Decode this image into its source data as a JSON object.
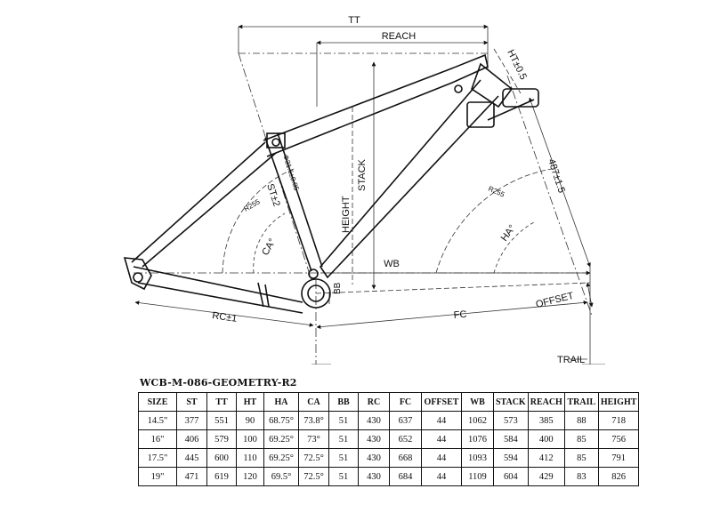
{
  "labels": {
    "tt": "TT",
    "reach": "REACH",
    "ht": "HT±0.5",
    "fork": "487±1.5",
    "r255_right": "R255",
    "ha": "HA°",
    "stack": "STACK",
    "height": "HEIGHT",
    "st": "ST±2",
    "seatpost": "Φ31.6±0.05",
    "r255_left": "R255",
    "ca": "CA°",
    "wb": "WB",
    "bb": "BB",
    "offset": "OFFSET",
    "rc": "RC±1",
    "fc": "FC",
    "trail": "TRAIL"
  },
  "table": {
    "title": "WCB-M-086-GEOMETRY-R2",
    "headers": [
      "SIZE",
      "ST",
      "TT",
      "HT",
      "HA",
      "CA",
      "BB",
      "RC",
      "FC",
      "OFFSET",
      "WB",
      "STACK",
      "REACH",
      "TRAIL",
      "HEIGHT"
    ],
    "rows": [
      [
        "14.5\"",
        "377",
        "551",
        "90",
        "68.75°",
        "73.8°",
        "51",
        "430",
        "637",
        "44",
        "1062",
        "573",
        "385",
        "88",
        "718"
      ],
      [
        "16\"",
        "406",
        "579",
        "100",
        "69.25°",
        "73°",
        "51",
        "430",
        "652",
        "44",
        "1076",
        "584",
        "400",
        "85",
        "756"
      ],
      [
        "17.5\"",
        "445",
        "600",
        "110",
        "69.25°",
        "72.5°",
        "51",
        "430",
        "668",
        "44",
        "1093",
        "594",
        "412",
        "85",
        "791"
      ],
      [
        "19\"",
        "471",
        "619",
        "120",
        "69.5°",
        "72.5°",
        "51",
        "430",
        "684",
        "44",
        "1109",
        "604",
        "429",
        "83",
        "826"
      ]
    ]
  }
}
